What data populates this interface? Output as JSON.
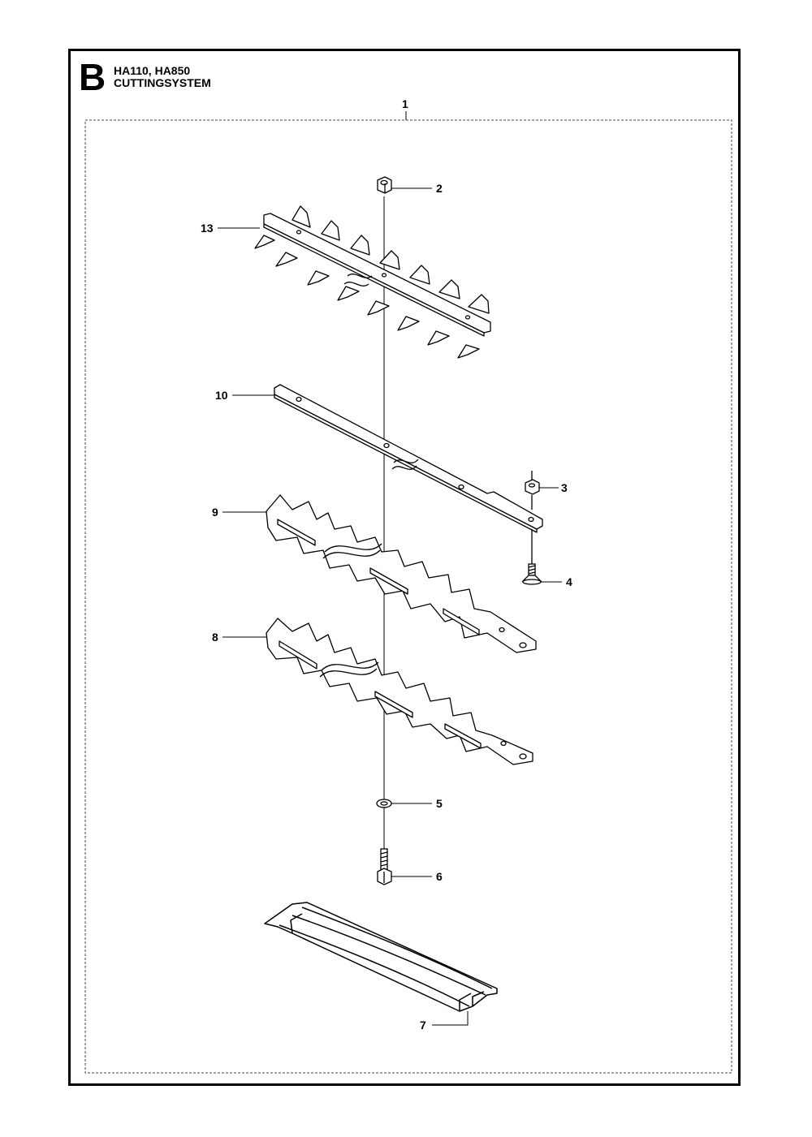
{
  "header": {
    "section_letter": "B",
    "models": "HA110, HA850",
    "title": "CUTTINGSYSTEM"
  },
  "callouts": {
    "assembly": "1",
    "nut_top": "2",
    "nut_small": "3",
    "screw": "4",
    "washer": "5",
    "bolt": "6",
    "blade_guard": "7",
    "blade_lower": "8",
    "blade_upper": "9",
    "strip": "10",
    "guide_bar": "13"
  }
}
